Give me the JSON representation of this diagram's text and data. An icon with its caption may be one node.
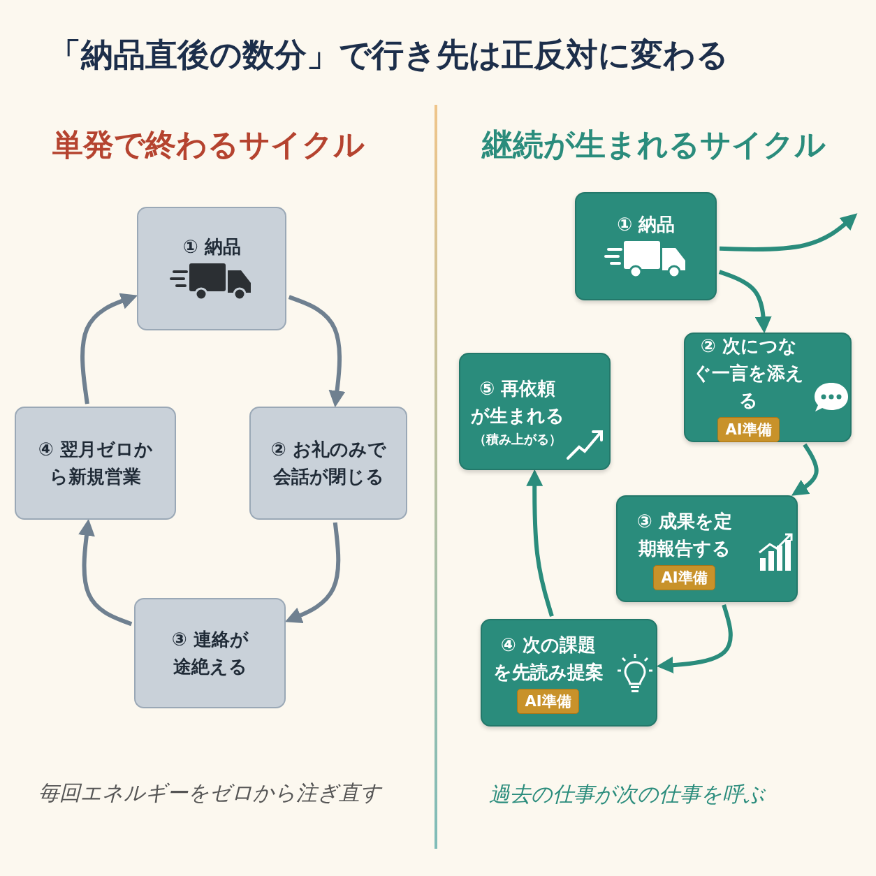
{
  "diagram": {
    "title": "「納品直後の数分」で行き先は正反対に変わる",
    "nodes": [
      {
        "text": [
          "① 納品"
        ]
      },
      {
        "text": [
          "② お礼のみで会話が閉じる"
        ]
      },
      {
        "text": [
          "③ 連絡が途絶える"
        ]
      },
      {
        "text": [
          "④ 翌月ゼロから新規営業"
        ]
      },
      {
        "text": [
          "① 納品"
        ]
      },
      {
        "text": [
          "② 次につなぐ一言を添える",
          "AI準備"
        ]
      },
      {
        "text": [
          "③ 成果を定期報告する",
          "AI準備"
        ]
      },
      {
        "text": [
          "④ 次の課題を先読み提案",
          "AI準備"
        ]
      },
      {
        "text": [
          "⑤ 再依頼が生まれる",
          "（積み上がる）"
        ]
      }
    ],
    "edges": [
      {
        "from": 0,
        "to": 1,
        "arrow": "to",
        "color": "#6f8090"
      },
      {
        "from": 1,
        "to": 2,
        "arrow": "to",
        "color": "#6f8090"
      },
      {
        "from": 2,
        "to": 3,
        "arrow": "to",
        "color": "#6f8090"
      },
      {
        "from": 3,
        "to": 0,
        "arrow": "to",
        "color": "#6f8090"
      },
      {
        "from": 4,
        "to": null,
        "arrow": "to"
      },
      {
        "from": 4,
        "to": 5,
        "arrow": "to"
      },
      {
        "from": 5,
        "to": 6,
        "arrow": "to"
      },
      {
        "from": 6,
        "to": 7,
        "arrow": "to"
      },
      {
        "from": 7,
        "to": 8,
        "arrow": "to"
      }
    ],
    "labels": [
      "単発で終わるサイクル",
      "継続が生まれるサイクル",
      "毎回エネルギーをゼロから注ぎ直す",
      "過去の仕事が次の仕事を呼ぶ"
    ]
  }
}
